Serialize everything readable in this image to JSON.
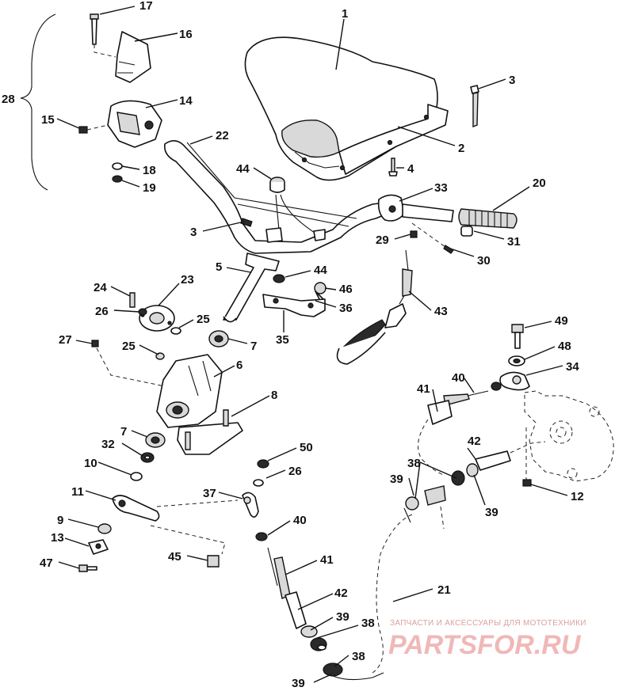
{
  "diagram": {
    "callouts": [
      "1",
      "2",
      "3",
      "3",
      "4",
      "5",
      "6",
      "7",
      "7",
      "8",
      "9",
      "10",
      "11",
      "12",
      "13",
      "14",
      "15",
      "16",
      "17",
      "18",
      "19",
      "20",
      "21",
      "22",
      "23",
      "24",
      "25",
      "25",
      "26",
      "26",
      "27",
      "28",
      "29",
      "30",
      "31",
      "32",
      "33",
      "34",
      "35",
      "36",
      "37",
      "38",
      "38",
      "38",
      "39",
      "39",
      "39",
      "39",
      "40",
      "40",
      "41",
      "41",
      "42",
      "42",
      "43",
      "44",
      "44",
      "45",
      "46",
      "47",
      "48",
      "49",
      "50"
    ]
  },
  "watermark": {
    "tagline": "ЗАПЧАСТИ И АКСЕССУАРЫ ДЛЯ МОТОТЕХНИКИ",
    "brand": "PARTSFOR.RU",
    "colors": {
      "tagline": "#d9a0a0",
      "brand": "#f0b8b8"
    }
  }
}
